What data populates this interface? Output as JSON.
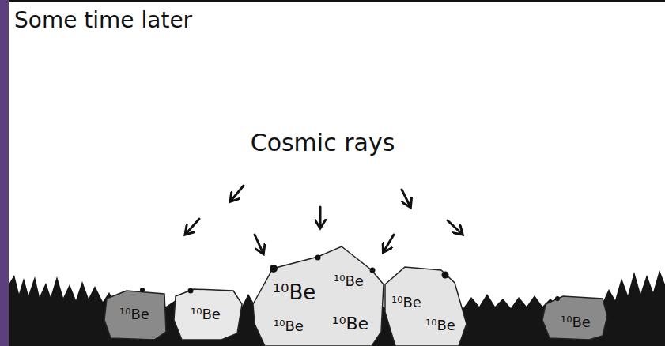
{
  "diagram": {
    "title": "Some time later",
    "nodes": [
      {
        "text": [
          "¹⁰Be"
        ]
      },
      {
        "text": [
          "¹⁰Be"
        ]
      },
      {
        "text": [
          "¹⁰Be",
          "¹⁰Be",
          "¹⁰Be",
          "¹⁰Be"
        ]
      },
      {
        "text": [
          "¹⁰Be",
          "¹⁰Be"
        ]
      },
      {
        "text": [
          "¹⁰Be"
        ]
      }
    ],
    "labels": [
      "Cosmic rays"
    ]
  }
}
